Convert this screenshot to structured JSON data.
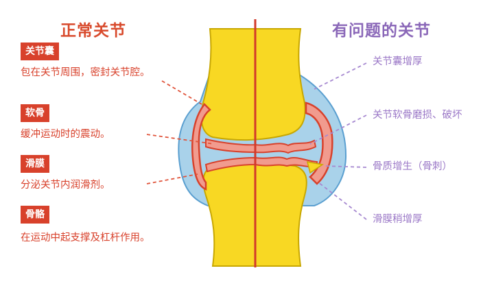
{
  "titles": {
    "normal": "正常关节",
    "problem": "有问题的关节"
  },
  "left": [
    {
      "tag": "关节囊",
      "desc": "包在关节周围，密封关节腔。"
    },
    {
      "tag": "软骨",
      "desc": "缓冲运动时的震动。"
    },
    {
      "tag": "滑膜",
      "desc": "分泌关节内润滑剂。"
    },
    {
      "tag": "骨骼",
      "desc": "在运动中起支撑及杠杆作用。"
    }
  ],
  "right": [
    "关节囊增厚",
    "关节软骨磨损、破坏",
    "骨质增生（骨刺）",
    "滑膜稍增厚"
  ],
  "colors": {
    "normal_accent": "#d8412b",
    "problem_accent": "#9b78c7",
    "bone": "#f8d823",
    "cartilage": "#f19b8e",
    "capsule": "#a9d2ea"
  }
}
